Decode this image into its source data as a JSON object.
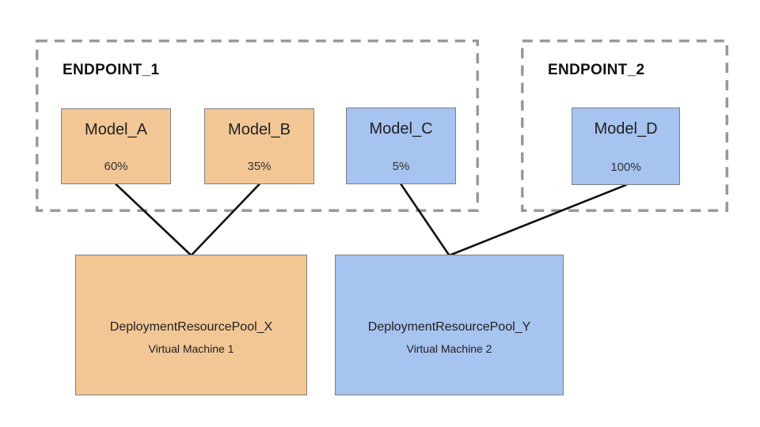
{
  "diagram": {
    "colors": {
      "orange": "#F2C795",
      "blue": "#A7C3EF",
      "dash_border": "#999999",
      "box_border": "#7F7F7F",
      "line": "#111111"
    },
    "endpoints": [
      {
        "id": "endpoint-1",
        "label": "ENDPOINT_1",
        "models": [
          {
            "id": "model-a",
            "name": "Model_A",
            "traffic": "60%",
            "fill": "#F2C795"
          },
          {
            "id": "model-b",
            "name": "Model_B",
            "traffic": "35%",
            "fill": "#F2C795"
          },
          {
            "id": "model-c",
            "name": "Model_C",
            "traffic": "5%",
            "fill": "#A7C3EF"
          }
        ]
      },
      {
        "id": "endpoint-2",
        "label": "ENDPOINT_2",
        "models": [
          {
            "id": "model-d",
            "name": "Model_D",
            "traffic": "100%",
            "fill": "#A7C3EF"
          }
        ]
      }
    ],
    "pools": [
      {
        "id": "pool-x",
        "name": "DeploymentResourcePool_X",
        "machine": "Virtual Machine 1",
        "fill": "#F2C795"
      },
      {
        "id": "pool-y",
        "name": "DeploymentResourcePool_Y",
        "machine": "Virtual Machine 2",
        "fill": "#A7C3EF"
      }
    ],
    "connections": [
      {
        "from": "model-a",
        "to": "pool-x"
      },
      {
        "from": "model-b",
        "to": "pool-x"
      },
      {
        "from": "model-c",
        "to": "pool-y"
      },
      {
        "from": "model-d",
        "to": "pool-y"
      }
    ]
  }
}
